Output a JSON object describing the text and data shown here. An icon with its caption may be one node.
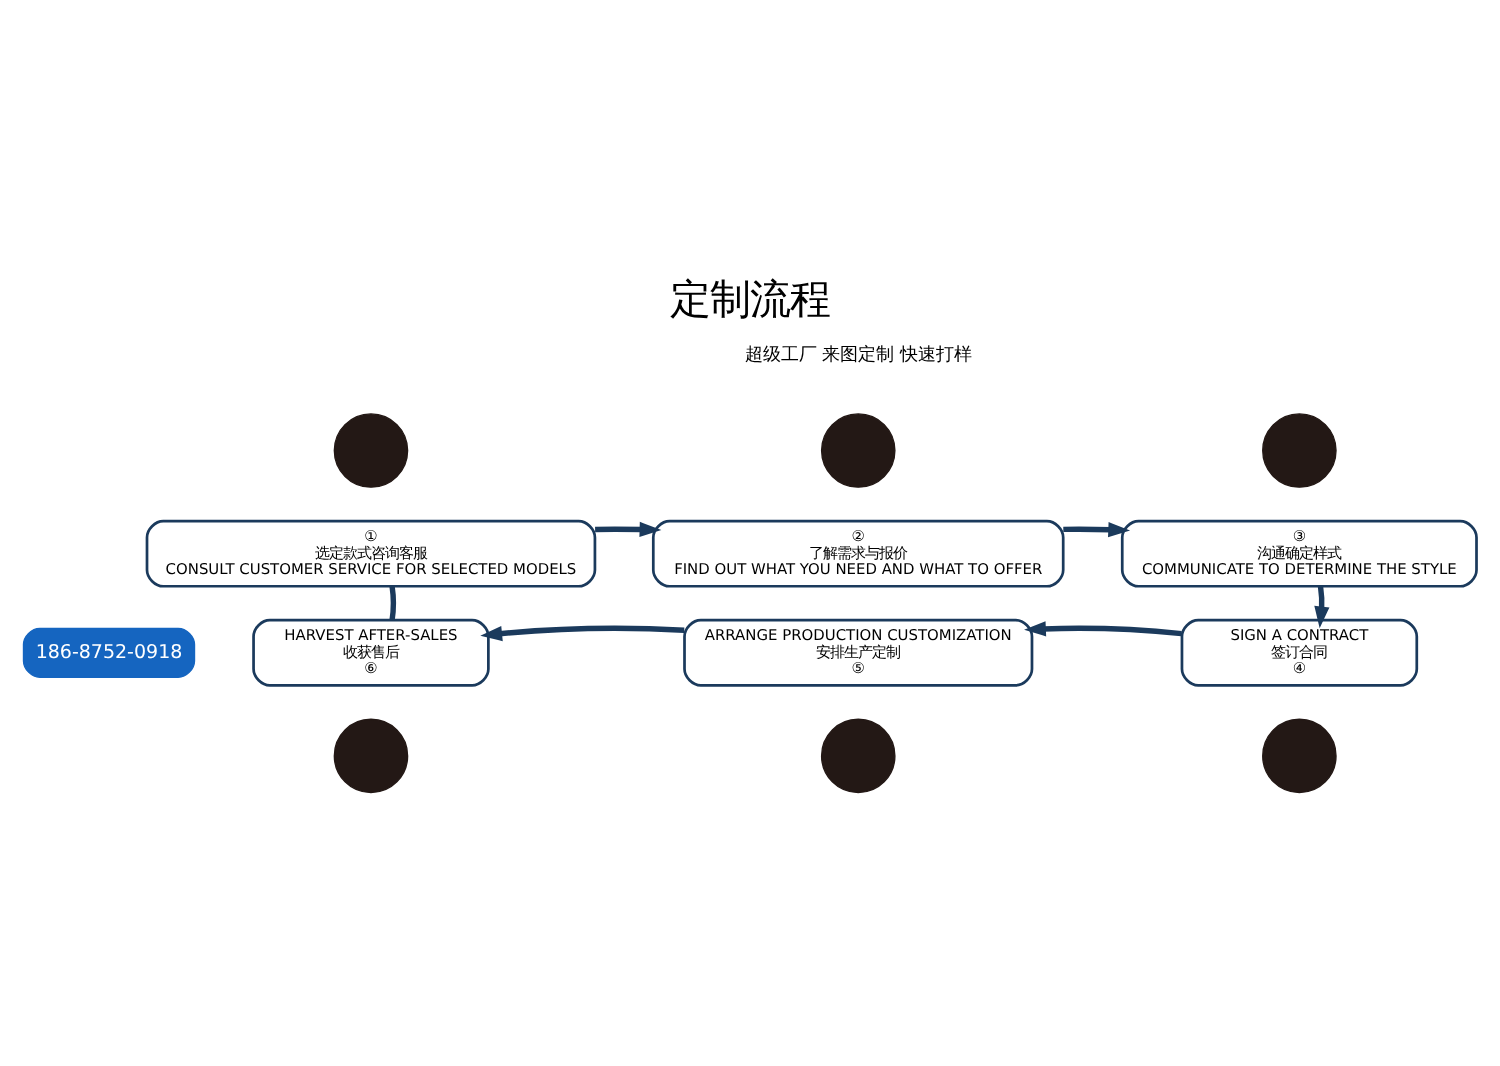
{
  "diagram": {
    "title": "定制流程",
    "nodes": [
      {
        "text": [],
        "shape": "circle"
      },
      {
        "text": [],
        "shape": "circle"
      },
      {
        "text": [],
        "shape": "circle"
      },
      {
        "text": [
          "①",
          "选定款式咨询客服",
          "CONSULT CUSTOMER SERVICE FOR SELECTED MODELS"
        ]
      },
      {
        "text": [
          "②",
          "了解需求与报价",
          "FIND OUT WHAT YOU NEED AND WHAT TO OFFER"
        ]
      },
      {
        "text": [
          "③",
          "沟通确定样式",
          "COMMUNICATE TO DETERMINE THE STYLE"
        ]
      },
      {
        "text": [
          "HARVEST AFTER-SALES",
          "收获售后",
          "⑥"
        ]
      },
      {
        "text": [
          "ARRANGE PRODUCTION CUSTOMIZATION",
          "安排生产定制",
          "⑤"
        ]
      },
      {
        "text": [
          "SIGN A CONTRACT",
          "签订合同",
          "④"
        ]
      },
      {
        "text": [],
        "shape": "circle"
      },
      {
        "text": [],
        "shape": "circle"
      },
      {
        "text": [],
        "shape": "circle"
      }
    ],
    "edges": [
      {
        "from": 3,
        "to": 4,
        "arrow": "to"
      },
      {
        "from": 4,
        "to": 5,
        "arrow": "to"
      },
      {
        "from": 5,
        "to": 8,
        "arrow": "to"
      },
      {
        "from": 8,
        "to": 7,
        "arrow": "to"
      },
      {
        "from": 7,
        "to": 6,
        "arrow": "to"
      },
      {
        "from": 6,
        "to": 3,
        "arrow": "none"
      }
    ],
    "labels": [
      "超级工厂 来图定制 快速打样",
      "186-8752-0918"
    ]
  }
}
